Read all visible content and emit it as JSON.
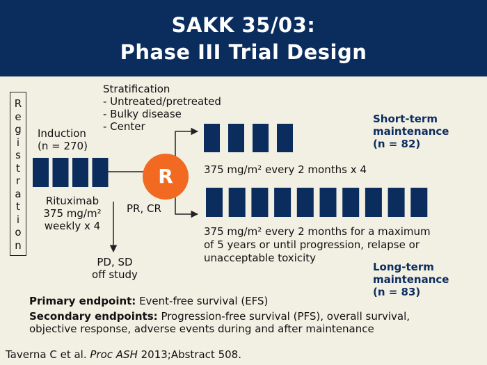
{
  "title": {
    "line1": "SAKK 35/03:",
    "line2": "Phase III Trial Design"
  },
  "registration": {
    "letters": [
      "R",
      "e",
      "g",
      "i",
      "s",
      "t",
      "r",
      "a",
      "t",
      "i",
      "o",
      "n"
    ]
  },
  "stratification": {
    "heading": "Stratification",
    "items": [
      "-  Untreated/pretreated",
      "-  Bulky disease",
      "-  Center"
    ]
  },
  "induction": {
    "label1": "Induction",
    "label2": "(n = 270)",
    "drug": "Rituximab",
    "dose": "375 mg/m²",
    "schedule": "weekly x 4",
    "blocks": 4
  },
  "randomization": {
    "symbol": "R",
    "response_label": "PR, CR"
  },
  "off_study": {
    "line1": "PD, SD",
    "line2": "off study"
  },
  "short_term": {
    "title1": "Short-term",
    "title2": "maintenance",
    "n": "(n = 82)",
    "schedule": "375 mg/m² every 2 months x 4",
    "blocks": 4
  },
  "long_term": {
    "title1": "Long-term",
    "title2": "maintenance",
    "n": "(n = 83)",
    "schedule1": "375 mg/m² every 2 months for a maximum",
    "schedule2": "of 5 years or until progression, relapse or",
    "schedule3": "unacceptable toxicity",
    "blocks": 10
  },
  "endpoints": {
    "primary_label": "Primary endpoint:",
    "primary_text": " Event-free survival (EFS)",
    "secondary_label": "Secondary endpoints:",
    "secondary_text": " Progression-free survival (PFS), overall survival,",
    "secondary_text2": "objective response, adverse events during and after maintenance"
  },
  "citation": {
    "authors": "Taverna C et al. ",
    "journal": "Proc ASH",
    "rest": " 2013;Abstract 508."
  },
  "colors": {
    "header": "#0b2d5e",
    "block": "#0b2d5e",
    "r_circle": "#f26a21",
    "background": "#f2efe3"
  }
}
